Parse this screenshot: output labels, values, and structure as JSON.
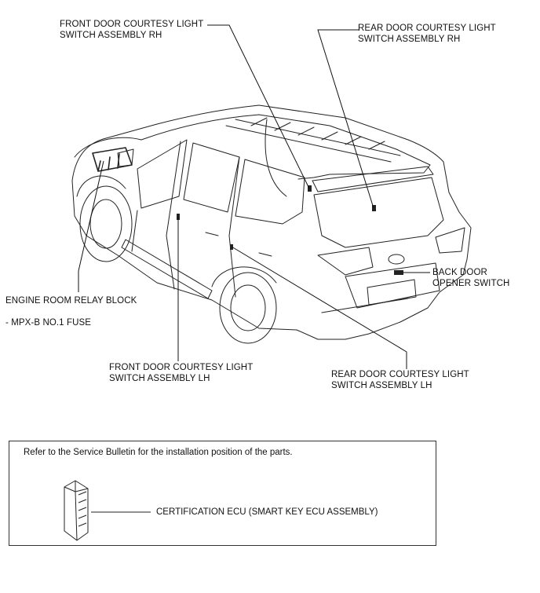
{
  "labels": {
    "front_rh": [
      "FRONT DOOR COURTESY LIGHT",
      "SWITCH ASSEMBLY RH"
    ],
    "rear_rh": [
      "REAR DOOR COURTESY LIGHT",
      "SWITCH ASSEMBLY RH"
    ],
    "relay_block": "ENGINE ROOM RELAY BLOCK",
    "fuse": "- MPX-B NO.1 FUSE",
    "front_lh": [
      "FRONT DOOR COURTESY LIGHT",
      "SWITCH ASSEMBLY LH"
    ],
    "rear_lh": [
      "REAR DOOR COURTESY LIGHT",
      "SWITCH ASSEMBLY LH"
    ],
    "back_door": [
      "BACK DOOR",
      "OPENER SWITCH"
    ]
  },
  "note": {
    "text": "Refer to the Service Bulletin for the installation position of the parts.",
    "ecu_label": "CERTIFICATION ECU (SMART KEY ECU ASSEMBLY)"
  }
}
